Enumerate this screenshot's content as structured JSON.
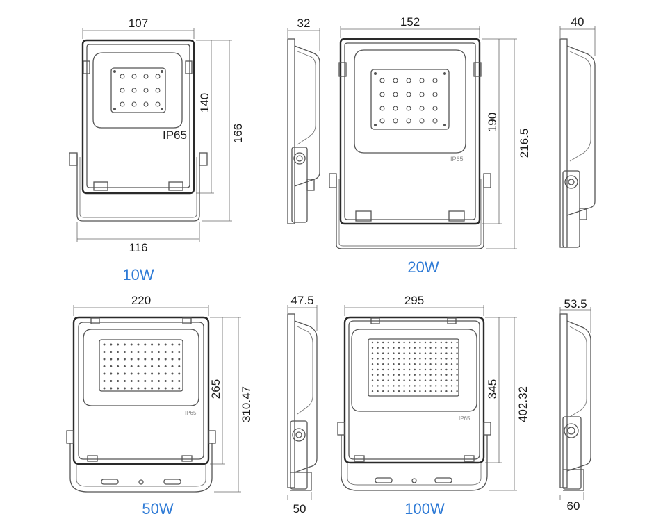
{
  "panels": [
    {
      "caption": "10W",
      "front": {
        "width_top": "107",
        "height_inner": "140",
        "height_total": "166",
        "width_bottom": "116",
        "rating_mark": "IP65"
      },
      "side": {
        "depth_top": "32"
      }
    },
    {
      "caption": "20W",
      "front": {
        "width_top": "152",
        "height_inner": "190",
        "height_total": "216.5",
        "rating_mark": "IP65"
      },
      "side": {
        "depth_top": "40"
      }
    },
    {
      "caption": "50W",
      "front": {
        "width_top": "220",
        "height_inner": "265",
        "height_total": "310.47",
        "rating_mark": "IP65"
      },
      "side": {
        "depth_top": "47.5",
        "depth_bottom": "50"
      }
    },
    {
      "caption": "100W",
      "front": {
        "width_top": "295",
        "height_inner": "345",
        "height_total": "402.32",
        "rating_mark": "IP65"
      },
      "side": {
        "depth_top": "53.5",
        "depth_bottom": "60"
      }
    }
  ],
  "colors": {
    "caption": "#2f7bd6",
    "line": "#555555",
    "frame": "#2a2a2a"
  }
}
